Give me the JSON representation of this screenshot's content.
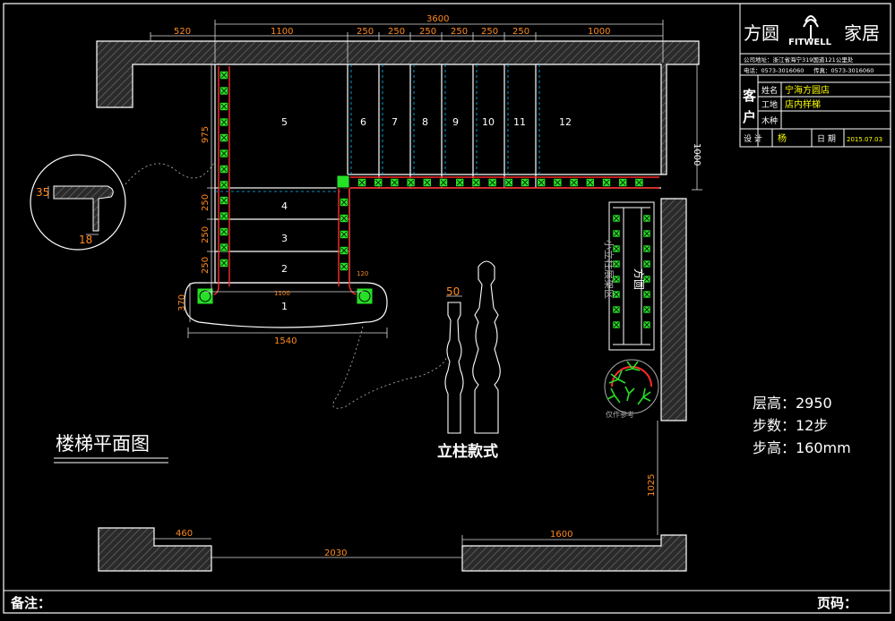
{
  "title_block": {
    "logo_text": "方圆",
    "brand": "FITWELL",
    "brand_cn": "家居",
    "address": "公司地址：浙江省海宁319国道121公里处",
    "phone": "电话：0573-3016060",
    "fax": "传真：0573-3016060",
    "customer_label": "客户",
    "name_label": "姓名",
    "name_value": "宁海方圆店",
    "site_label": "工地",
    "site_value": "店内样梯",
    "material_label": "木种",
    "material_value": "",
    "designer_label": "设 计",
    "designer_value": "杨",
    "date_label": "日 期",
    "date_value": "2015.07.03"
  },
  "dims": {
    "total_width": "3600",
    "d520": "520",
    "d1100": "1100",
    "d250": [
      "250",
      "250",
      "250",
      "250",
      "250",
      "250"
    ],
    "d1000_top": "1000",
    "d975": "975",
    "d250_left": [
      "250",
      "250",
      "250"
    ],
    "d370": "370",
    "d1100_inner": "1100",
    "d120": "120",
    "d1540": "1540",
    "d1000_right": "1000",
    "d1025": "1025",
    "d460": "460",
    "d2030": "2030",
    "d1600": "1600",
    "d35": "35",
    "d18": "18",
    "d50": "50"
  },
  "steps": [
    "1",
    "2",
    "3",
    "4",
    "5",
    "6",
    "7",
    "8",
    "9",
    "10",
    "11",
    "12"
  ],
  "labels": {
    "plan_title": "楼梯平面图",
    "post_style": "立柱款式",
    "display_area": "小立柱展架区",
    "reference_only": "仅作参考",
    "floor_height": "层高：2950",
    "step_count": "步数：12步",
    "step_height": "步高：160mm"
  },
  "footer": {
    "remarks": "备注：",
    "page_no": "页码："
  },
  "colors": {
    "wall": "#ffffff",
    "dimension": "#ff8a1e",
    "rail": "#ff2a2a",
    "baluster": "#26e026",
    "title_text": "#ffff00",
    "stairs": "#ffffff",
    "hidden_line": "#00c0ff"
  }
}
